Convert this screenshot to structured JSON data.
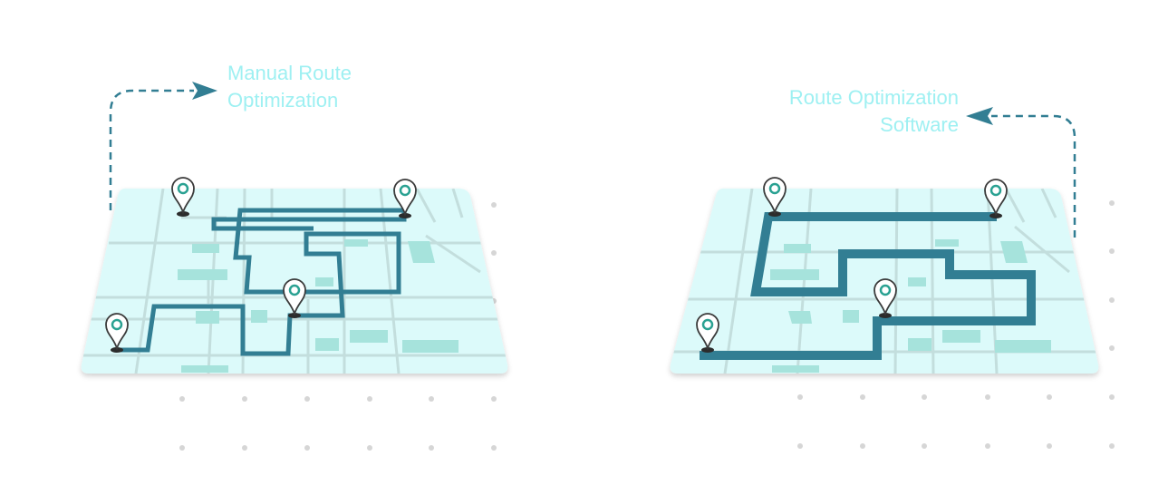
{
  "colors": {
    "map_fill": "#dcfafa",
    "road": "#c3dedd",
    "block": "#a6e3dc",
    "route": "#327e93",
    "pin_stroke": "#3b3b3b",
    "pin_dot": "#2aa192",
    "arrow": "#327e93",
    "label_text": "#9ef0f2",
    "grid_dot": "#d6d6d6"
  },
  "panels": {
    "manual": {
      "label_lines": [
        "Manual Route",
        "Optimization"
      ],
      "pin_icon": "map-pin-icon",
      "pin_count": 4
    },
    "software": {
      "label_lines": [
        "Route Optimization",
        "Software"
      ],
      "pin_icon": "map-pin-icon",
      "pin_count": 4
    }
  }
}
